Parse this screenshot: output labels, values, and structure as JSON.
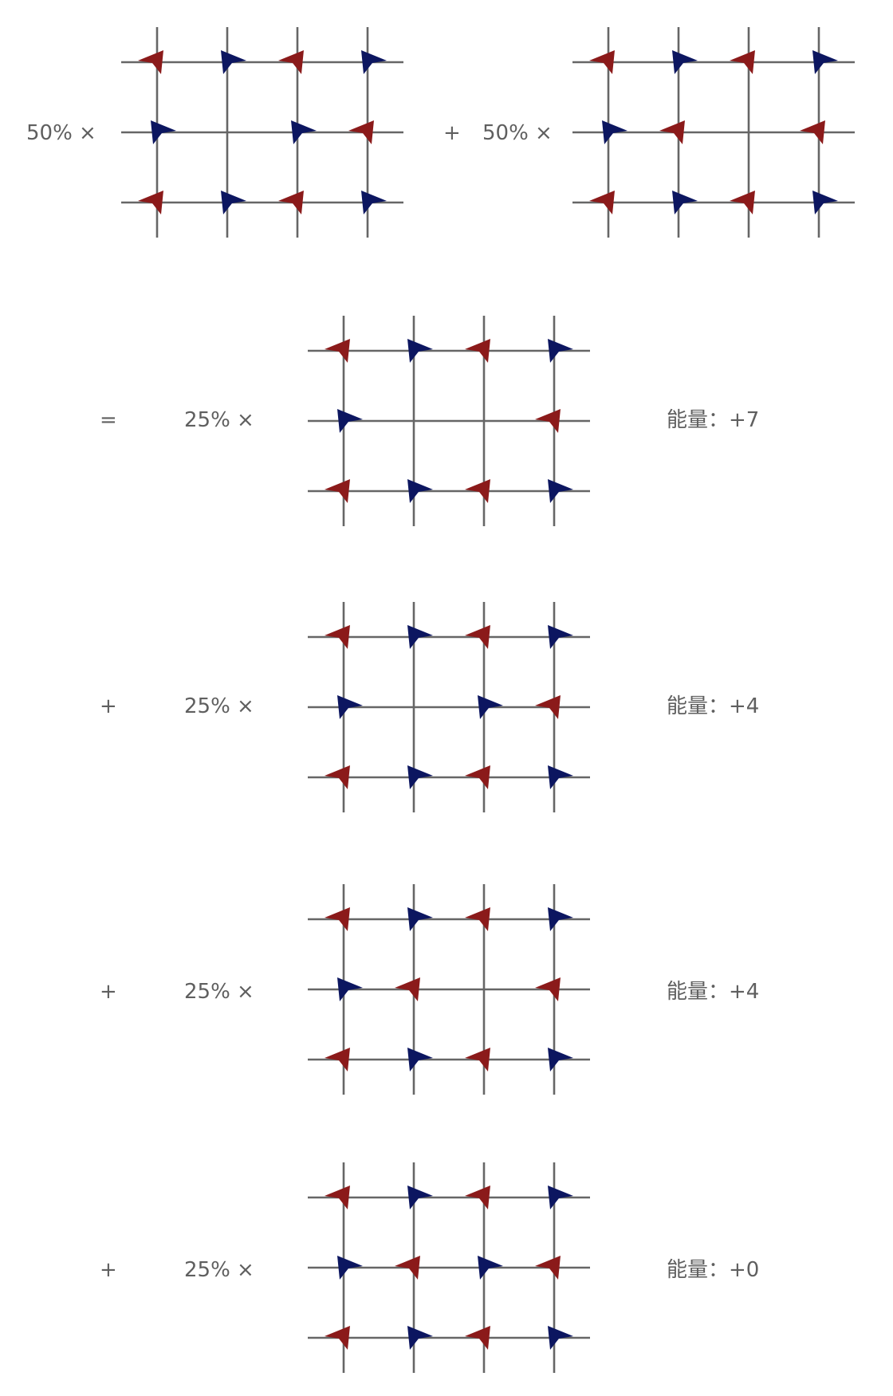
{
  "colors": {
    "line": "#666666",
    "red": "#8b1a1a",
    "blue": "#0c1660",
    "text": "#5f5f5f"
  },
  "top_row": {
    "left": {
      "coef": "50% ×",
      "spins": [
        "RBRB",
        "B_BR",
        "RBRB"
      ]
    },
    "plus": "+",
    "right": {
      "coef": "50% ×",
      "spins": [
        "RBRB",
        "BR_R",
        "RBRB"
      ]
    }
  },
  "rows": [
    {
      "op": "=",
      "coef": "25% ×",
      "spins": [
        "RBRB",
        "B__R",
        "RBRB"
      ],
      "energy": "能量：+7"
    },
    {
      "op": "+",
      "coef": "25% ×",
      "spins": [
        "RBRB",
        "B_BR",
        "RBRB"
      ],
      "energy": "能量：+4"
    },
    {
      "op": "+",
      "coef": "25% ×",
      "spins": [
        "RBRB",
        "BR_R",
        "RBRB"
      ],
      "energy": "能量：+4"
    },
    {
      "op": "+",
      "coef": "25% ×",
      "spins": [
        "RBRB",
        "BRBR",
        "RBRB"
      ],
      "energy": "能量：+0"
    }
  ]
}
